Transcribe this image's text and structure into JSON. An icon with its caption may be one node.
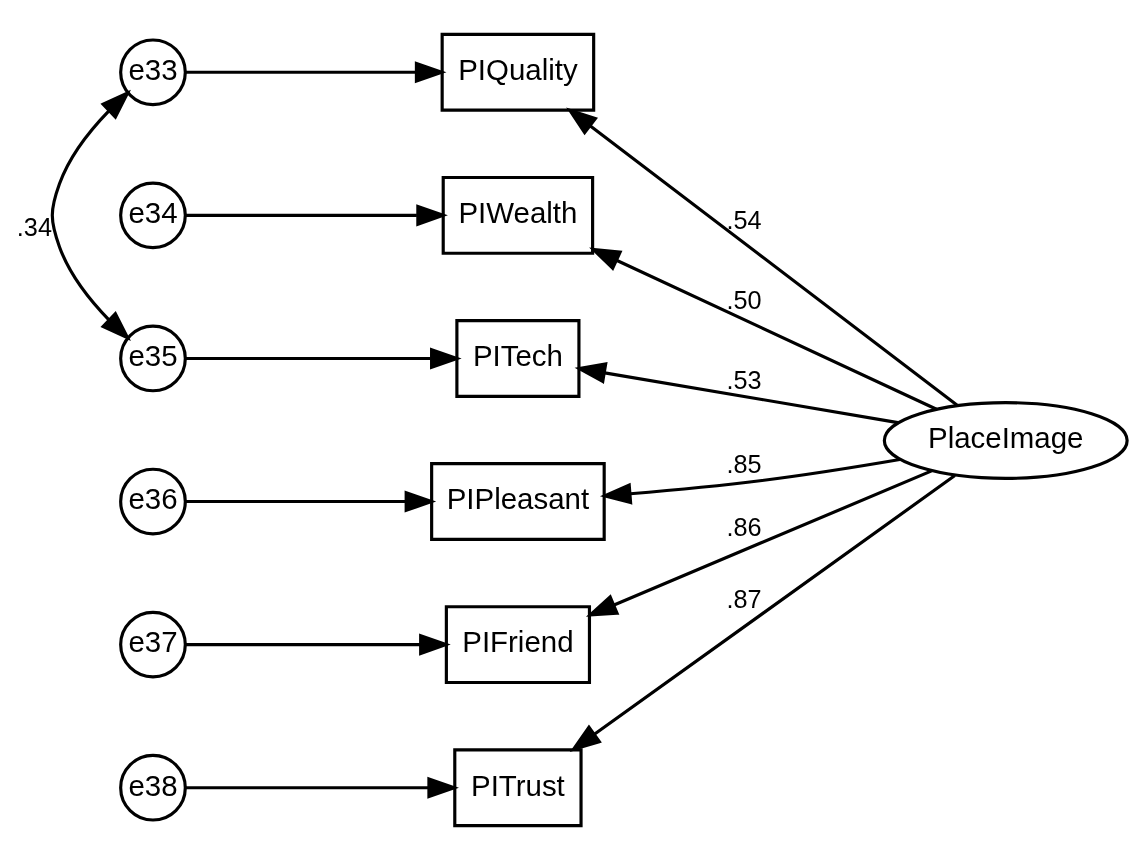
{
  "diagram": {
    "nodes": [
      {
        "text": [
          "e33"
        ]
      },
      {
        "text": [
          "e34"
        ]
      },
      {
        "text": [
          "e35"
        ]
      },
      {
        "text": [
          "e36"
        ]
      },
      {
        "text": [
          "e37"
        ]
      },
      {
        "text": [
          "e38"
        ]
      },
      {
        "text": [
          "PIQuality"
        ]
      },
      {
        "text": [
          "PIWealth"
        ]
      },
      {
        "text": [
          "PITech"
        ]
      },
      {
        "text": [
          "PIPleasant"
        ]
      },
      {
        "text": [
          "PIFriend"
        ]
      },
      {
        "text": [
          "PITrust"
        ]
      },
      {
        "text": [
          "PlaceImage"
        ]
      }
    ],
    "edges": [
      {
        "from": 0,
        "to": 6,
        "arrow": "to"
      },
      {
        "from": 1,
        "to": 7,
        "arrow": "to"
      },
      {
        "from": 2,
        "to": 8,
        "arrow": "to"
      },
      {
        "from": 3,
        "to": 9,
        "arrow": "to"
      },
      {
        "from": 4,
        "to": 10,
        "arrow": "to"
      },
      {
        "from": 5,
        "to": 11,
        "arrow": "to"
      },
      {
        "from": 12,
        "to": 6,
        "arrow": "to",
        "label": ".54"
      },
      {
        "from": 12,
        "to": 7,
        "arrow": "to",
        "label": ".50"
      },
      {
        "from": 12,
        "to": 8,
        "arrow": "to",
        "label": ".53"
      },
      {
        "from": 12,
        "to": 9,
        "arrow": "to",
        "label": ".85"
      },
      {
        "from": 12,
        "to": 10,
        "arrow": "to",
        "label": ".86"
      },
      {
        "from": 12,
        "to": 11,
        "arrow": "to",
        "label": ".87"
      },
      {
        "from": 0,
        "to": 2,
        "arrow": "both",
        "label": ".34"
      }
    ]
  }
}
